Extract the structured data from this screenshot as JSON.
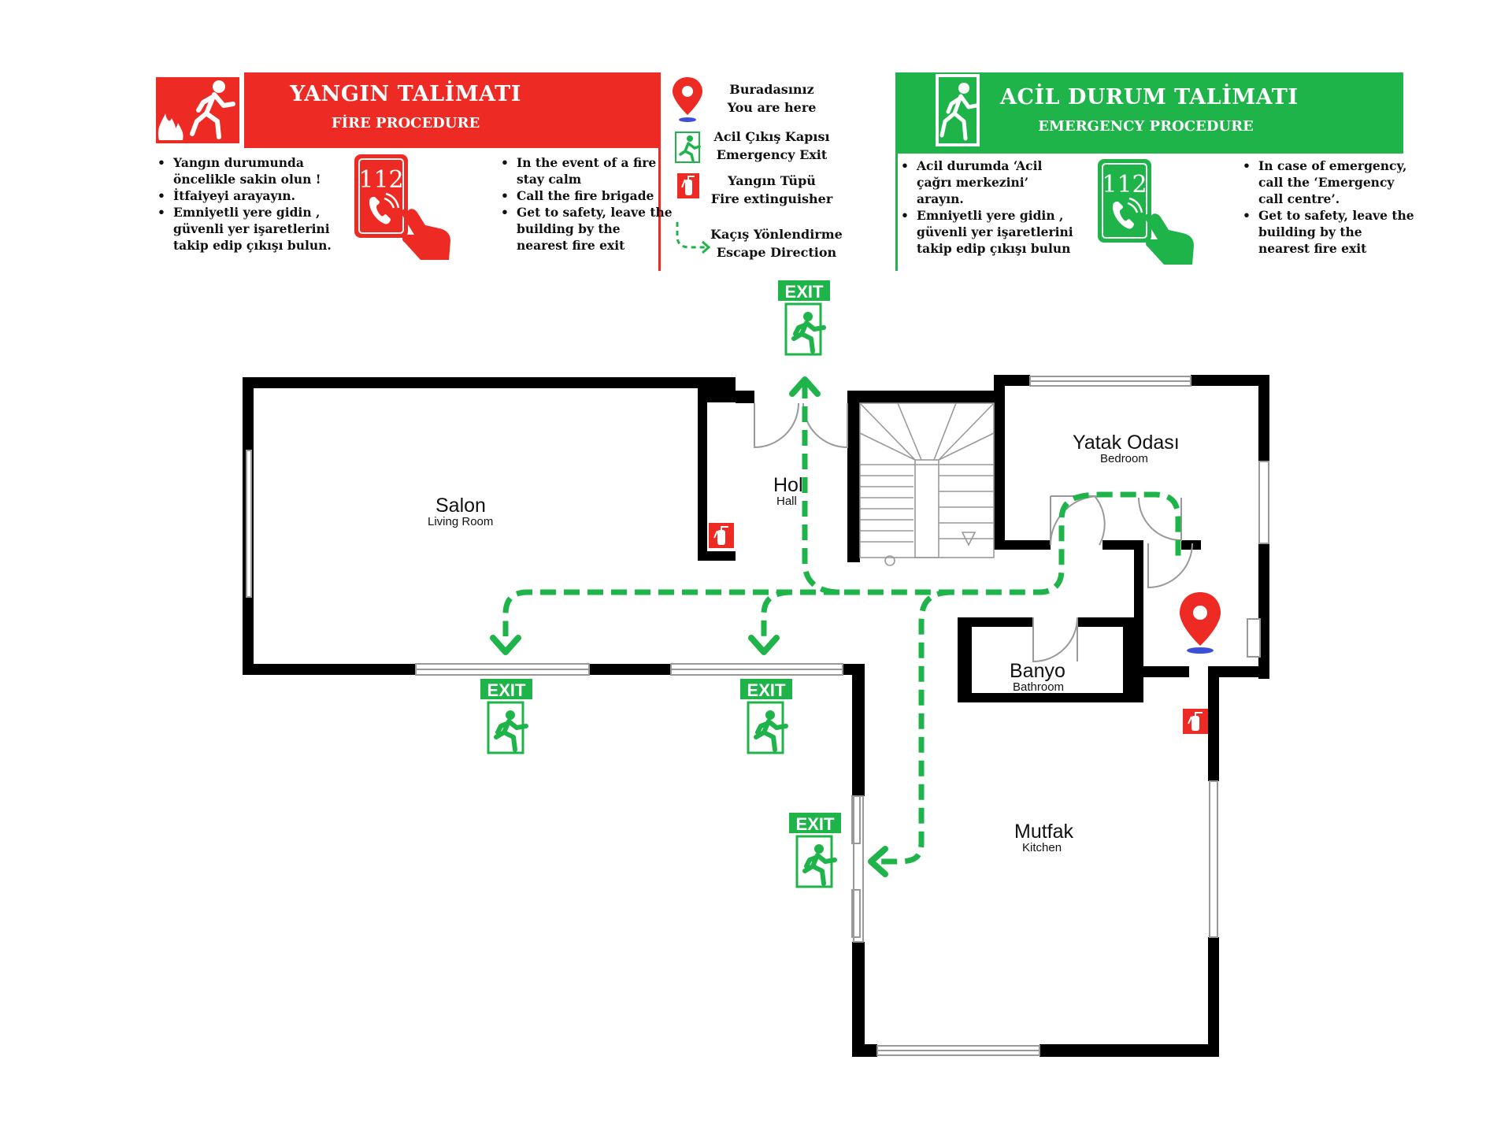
{
  "fire_panel": {
    "title": "YANGIN TALİMATI",
    "subtitle": "FİRE PROCEDURE",
    "color": "#ee2a24",
    "phone_number": "112",
    "items_tr": [
      "Yangın durumunda öncelikle sakin olun !",
      "İtfaiyeyi arayayın.",
      "Emniyetli yere gidin , güvenli yer işaretlerini takip edip çıkışı bulun."
    ],
    "items_en": [
      "In the event of a fire stay calm",
      "Call the fire brigade",
      "Get to safety, leave the building by the nearest fire exit"
    ]
  },
  "emergency_panel": {
    "title": "ACİL DURUM TALİMATI",
    "subtitle": "EMERGENCY PROCEDURE",
    "color": "#1fb44a",
    "phone_number": "112",
    "items_tr": [
      "Acil durumda ‘Acil çağrı merkezini’ arayın.",
      "Emniyetli yere gidin , güvenli yer işaretlerini takip edip çıkışı bulun"
    ],
    "items_en": [
      "In case of emergency, call the ‘Emergency call centre’.",
      "Get to safety, leave the building by the nearest fire exit"
    ]
  },
  "legend": [
    {
      "icon": "location-pin-icon",
      "tr": "Buradasınız",
      "en": "You are here"
    },
    {
      "icon": "emergency-exit-icon",
      "tr": "Acil Çıkış Kapısı",
      "en": "Emergency Exit"
    },
    {
      "icon": "fire-extinguisher-icon",
      "tr": "Yangın Tüpü",
      "en": "Fire extinguisher"
    },
    {
      "icon": "escape-arrow-icon",
      "tr": "Kaçış Yönlendirme",
      "en": "Escape Direction"
    }
  ],
  "rooms": {
    "salon": {
      "tr": "Salon",
      "en": "Living Room"
    },
    "hol": {
      "tr": "Hol",
      "en": "Hall"
    },
    "yatak": {
      "tr": "Yatak Odası",
      "en": "Bedroom"
    },
    "banyo": {
      "tr": "Banyo",
      "en": "Bathroom"
    },
    "mutfak": {
      "tr": "Mutfak",
      "en": "Kitchen"
    }
  },
  "exit_label": "EXIT",
  "colors": {
    "fire_red": "#ee2a24",
    "exit_green": "#1fb44a",
    "wall": "#000000",
    "pin_blue": "#3b4fd8"
  }
}
